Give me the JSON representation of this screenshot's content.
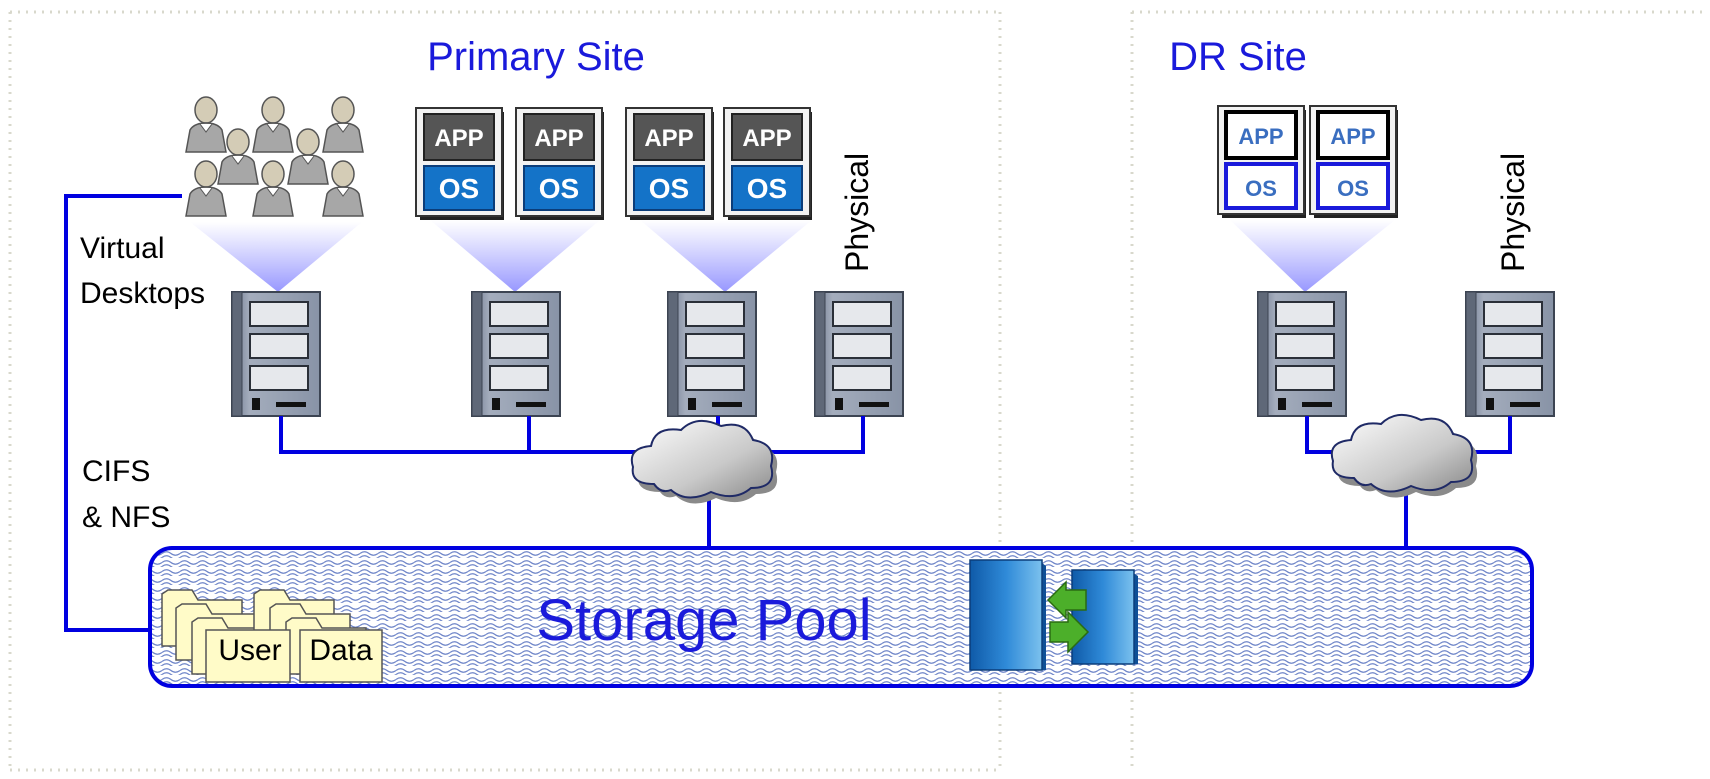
{
  "sites": {
    "primary": "Primary Site",
    "dr": "DR Site"
  },
  "labels": {
    "virtual_desktops_line1": "Virtual",
    "virtual_desktops_line2": "Desktops",
    "cifs_line1": "CIFS",
    "cifs_line2": "& NFS",
    "physical": "Physical",
    "storage_pool": "Storage Pool",
    "folder_user": "User",
    "folder_data": "Data",
    "app": "APP",
    "os": "OS"
  },
  "colors": {
    "site_title": "#1a1adb",
    "network_line": "#0000e0",
    "server_body": "#8c96a8",
    "os_fill": "#1473c8",
    "app_fill": "#555555",
    "folder_fill": "#fffbc8",
    "beam": "#8c8cff"
  },
  "icons": [
    "users-icon",
    "server-icon",
    "cloud-icon",
    "folder-icon",
    "replication-icon"
  ]
}
